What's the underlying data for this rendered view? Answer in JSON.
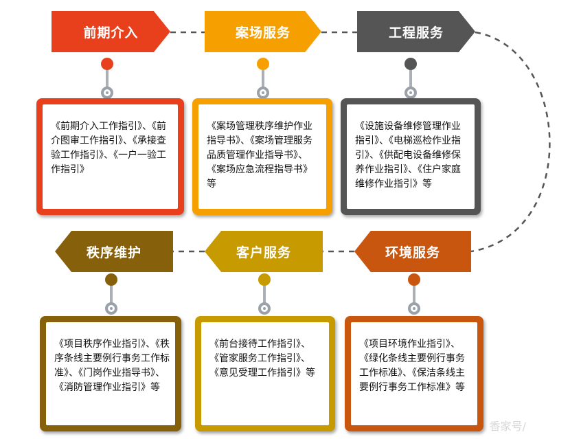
{
  "steps": [
    {
      "title": "前期介入",
      "color": "#e8401c",
      "text": "《前期介入工作指引》、《前介图审工作指引》、《承接查验工作指引》、《一户一验工作指引》"
    },
    {
      "title": "案场服务",
      "color": "#f5a000",
      "text": "《案场管理秩序维护作业指导书》、《案场管理服务品质管理作业指导书》、《案场应急流程指导书》等"
    },
    {
      "title": "工程服务",
      "color": "#555555",
      "text": "《设施设备维修管理作业指引》、《电梯巡检作业指引》、《供配电设备维修保养作业指引》、《住户家庭维修作业指引》等"
    },
    {
      "title": "环境服务",
      "color": "#c8560f",
      "text": "《项目环境作业指引》、《绿化条线主要例行事务工作标准》、《保洁条线主要例行事务工作标准》等"
    },
    {
      "title": "客户服务",
      "color": "#c79a00",
      "text": "《前台接待工作指引》、《管家服务工作指引》、《意见受理工作指引》等"
    },
    {
      "title": "秩序维护",
      "color": "#86600a",
      "text": "《项目秩序作业指引》、《秩序条线主要例行事务工作标准》、《门岗作业指导书》、《消防管理作业指引》等"
    }
  ],
  "watermark": "香家号/"
}
